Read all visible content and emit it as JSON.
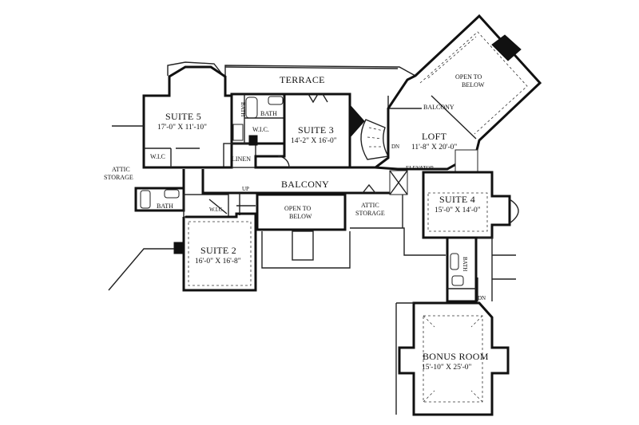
{
  "plan": {
    "terrace": "TERRACE",
    "open_to_below_top": [
      "OPEN TO",
      "BELOW"
    ],
    "suite5": {
      "name": "SUITE 5",
      "dims": "17'-0\" X 11'-10\""
    },
    "suite3": {
      "name": "SUITE 3",
      "dims": "14'-2\" X 16'-0\""
    },
    "loft": {
      "name": "LOFT",
      "dims": "11'-8\" X 20'-0\""
    },
    "balcony_small": "BALCONY",
    "bath_vertical": "BATH",
    "bath_top": "BATH",
    "wic_center": "W.I.C.",
    "wic_left": "W.I.C",
    "dn_stair": "DN",
    "linen": "LINEN",
    "attic_storage_left": [
      "ATTIC",
      "STORAGE"
    ],
    "balcony": "BALCONY",
    "up": "UP",
    "elevator": "ELEVATOR",
    "bath_left": "BATH",
    "wic_suite2": "W.I.C.",
    "open_to_below_mid": [
      "OPEN TO",
      "BELOW"
    ],
    "attic_storage_mid": [
      "ATTIC",
      "STORAGE"
    ],
    "suite4": {
      "name": "SUITE 4",
      "dims": "15'-0\" X 14'-0\""
    },
    "suite2": {
      "name": "SUITE 2",
      "dims": "16'-0\" X 16'-8\""
    },
    "bath_suite4": "BATH",
    "dn_right": "DN",
    "bonus": {
      "name": "BONUS ROOM",
      "dims": "15'-10\" X 25'-0\""
    }
  }
}
